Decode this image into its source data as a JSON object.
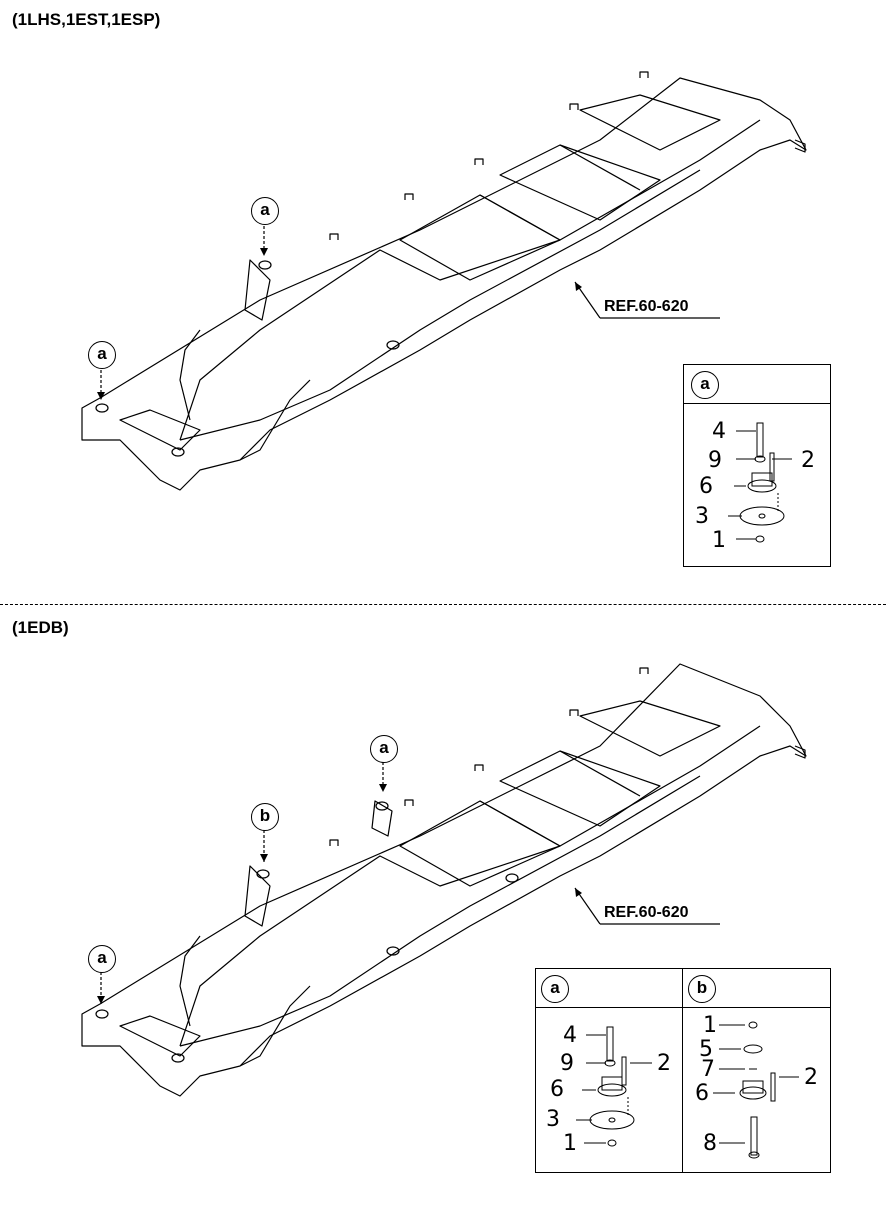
{
  "sections": [
    {
      "title": "(1LHS,1EST,1ESP)",
      "ref": "REF.60-620",
      "callouts": [
        "a",
        "a"
      ],
      "detail_boxes": [
        {
          "label": "a",
          "parts": [
            "4",
            "9",
            "2",
            "6",
            "3",
            "1"
          ]
        }
      ]
    },
    {
      "title": "(1EDB)",
      "ref": "REF.60-620",
      "callouts": [
        "a",
        "b",
        "a"
      ],
      "detail_boxes": [
        {
          "label": "a",
          "parts": [
            "4",
            "9",
            "2",
            "6",
            "3",
            "1"
          ]
        },
        {
          "label": "b",
          "parts": [
            "1",
            "5",
            "7",
            "2",
            "6",
            "8"
          ]
        }
      ]
    }
  ],
  "icons": [
    "chassis-frame-icon",
    "body-mount-icon",
    "bolt-icon",
    "washer-icon",
    "nut-icon",
    "mount-plate-icon",
    "cushion-icon"
  ]
}
